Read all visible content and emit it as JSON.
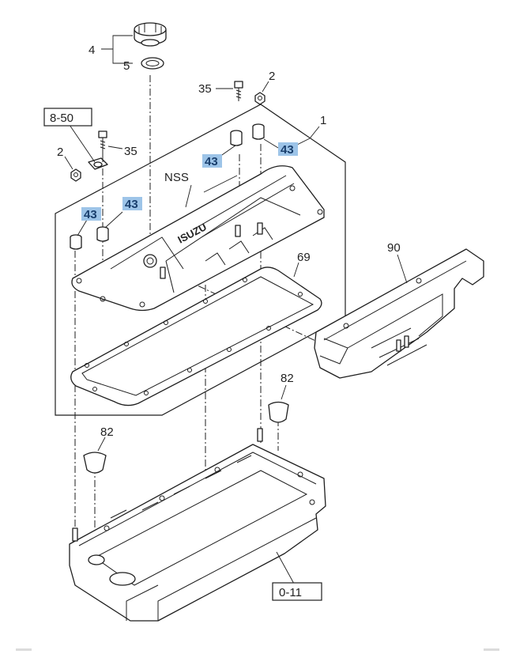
{
  "callouts": {
    "c4": "4",
    "c5": "5",
    "c35_top": "35",
    "c2_top": "2",
    "c1": "1",
    "c8_50": "8-50",
    "c2_left": "2",
    "c35_left": "35",
    "c43_a": "43",
    "c43_b": "43",
    "c43_c": "43",
    "c43_d": "43",
    "nss": "NSS",
    "c69": "69",
    "c90": "90",
    "c82_right": "82",
    "c82_left": "82",
    "c0_11": "0-11",
    "brand": "ISUZU"
  },
  "colors": {
    "highlight": "#9dc4e8",
    "line": "#1e1e1e"
  }
}
